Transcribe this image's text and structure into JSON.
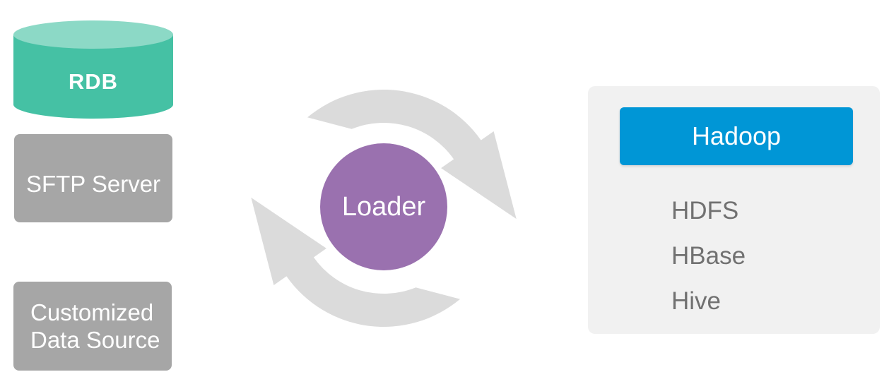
{
  "palette": {
    "green": "#45C1A4",
    "green_light": "#8CD9C6",
    "gray_box": "#A6A6A6",
    "panel": "#F1F1F1",
    "blue": "#0096D6",
    "purple": "#9A71AF",
    "arrow": "#DBDBDB",
    "list_text": "#717171"
  },
  "sources": [
    {
      "label": "RDB"
    },
    {
      "label": "SFTP Server"
    },
    {
      "label": "Customized Data Source"
    }
  ],
  "loader": {
    "label": "Loader"
  },
  "hadoop": {
    "header": "Hadoop",
    "items": [
      {
        "label": "HDFS"
      },
      {
        "label": "HBase"
      },
      {
        "label": "Hive"
      }
    ]
  }
}
